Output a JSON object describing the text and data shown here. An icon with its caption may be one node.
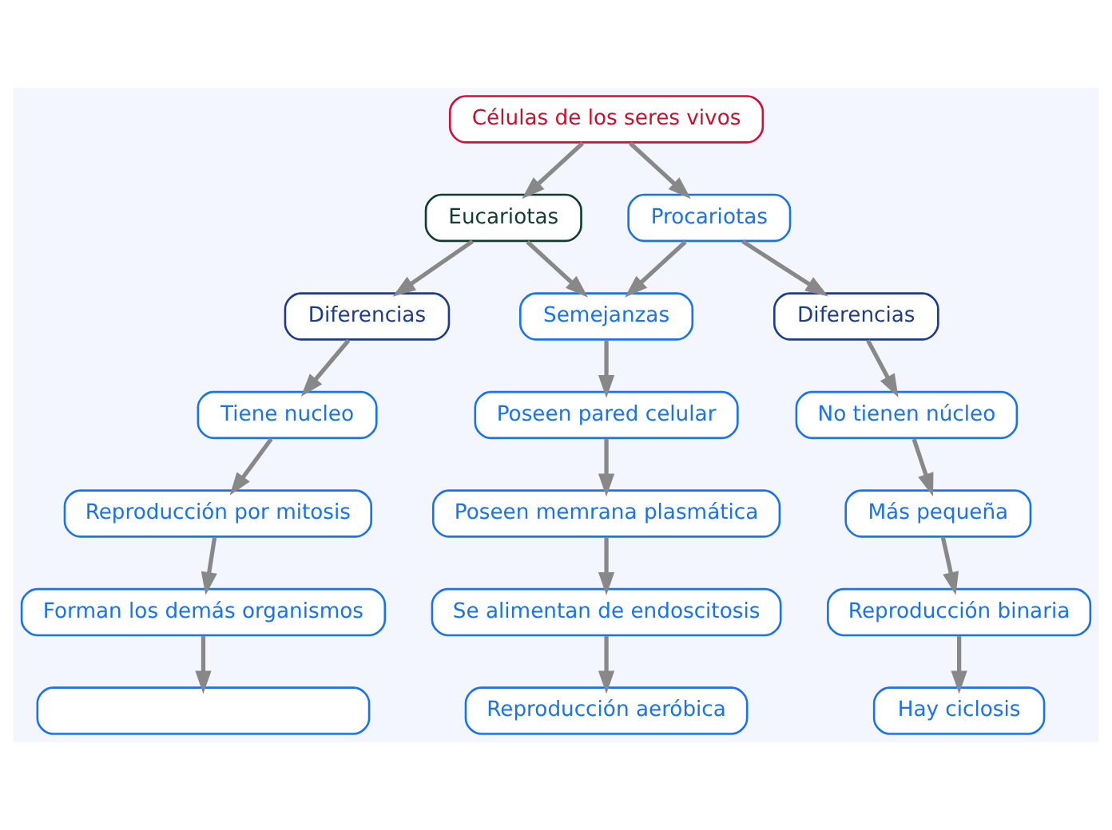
{
  "diagram": {
    "nodes": [
      {
        "text": [
          "Células de los seres vivos"
        ]
      },
      {
        "text": [
          "Eucariotas"
        ]
      },
      {
        "text": [
          "Procariotas"
        ]
      },
      {
        "text": [
          "Diferencias"
        ]
      },
      {
        "text": [
          "Semejanzas"
        ]
      },
      {
        "text": [
          "Diferencias"
        ]
      },
      {
        "text": [
          "Tiene nucleo"
        ]
      },
      {
        "text": [
          "Reproducción por mitosis"
        ]
      },
      {
        "text": [
          "Forman los demás organismos"
        ]
      },
      {
        "text": [],
        "shape": "box"
      },
      {
        "text": [
          "Poseen pared celular"
        ]
      },
      {
        "text": [
          "Poseen memrana plasmática"
        ]
      },
      {
        "text": [
          "Se alimentan de endoscitosis"
        ]
      },
      {
        "text": [
          "Reproducción aeróbica"
        ]
      },
      {
        "text": [
          "No tienen núcleo"
        ]
      },
      {
        "text": [
          "Más pequeña"
        ]
      },
      {
        "text": [
          "Reproducción binaria"
        ]
      },
      {
        "text": [
          "Hay ciclosis"
        ]
      }
    ],
    "edges": [
      {
        "from": 0,
        "to": 1,
        "arrow": "to"
      },
      {
        "from": 0,
        "to": 2,
        "arrow": "to"
      },
      {
        "from": 1,
        "to": 3,
        "arrow": "to"
      },
      {
        "from": 1,
        "to": 4,
        "arrow": "to"
      },
      {
        "from": 2,
        "to": 4,
        "arrow": "to"
      },
      {
        "from": 2,
        "to": 5,
        "arrow": "to"
      },
      {
        "from": 3,
        "to": 6,
        "arrow": "to"
      },
      {
        "from": 6,
        "to": 7,
        "arrow": "to"
      },
      {
        "from": 7,
        "to": 8,
        "arrow": "to"
      },
      {
        "from": 8,
        "to": 9,
        "arrow": "to"
      },
      {
        "from": 4,
        "to": 10,
        "arrow": "to"
      },
      {
        "from": 10,
        "to": 11,
        "arrow": "to"
      },
      {
        "from": 11,
        "to": 12,
        "arrow": "to"
      },
      {
        "from": 12,
        "to": 13,
        "arrow": "to"
      },
      {
        "from": 5,
        "to": 14,
        "arrow": "to"
      },
      {
        "from": 14,
        "to": 15,
        "arrow": "to"
      },
      {
        "from": 15,
        "to": 16,
        "arrow": "to"
      },
      {
        "from": 16,
        "to": 17,
        "arrow": "to"
      }
    ]
  }
}
